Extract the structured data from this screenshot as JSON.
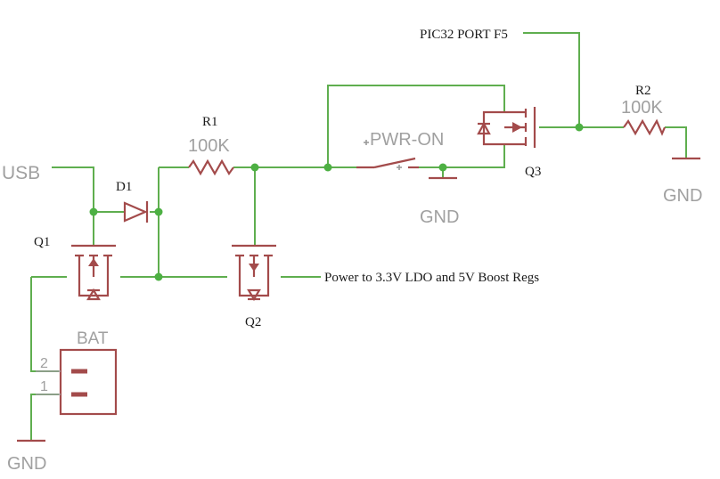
{
  "labels": {
    "usb": "USB",
    "d1": "D1",
    "r1": "R1",
    "r1_value": "100K",
    "q1": "Q1",
    "q2": "Q2",
    "q3": "Q3",
    "bat": "BAT",
    "bat_pin2": "2",
    "bat_pin1": "1",
    "gnd_bat": "GND",
    "gnd_switch": "GND",
    "gnd_r2": "GND",
    "pwr_on": "PWR-ON",
    "pic_port": "PIC32 PORT F5",
    "r2": "R2",
    "r2_value": "100K",
    "power_out": "Power to 3.3V LDO and 5V Boost Regs"
  },
  "colors": {
    "wire": "#5fae4f",
    "component": "#a34b4b",
    "junction": "#4db043",
    "gray_label": "#a0a0a0"
  }
}
